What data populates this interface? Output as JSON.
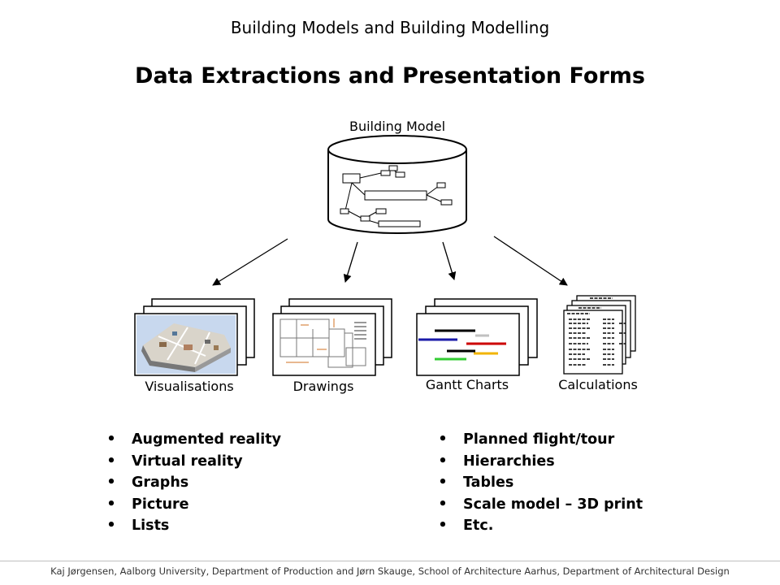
{
  "header": {
    "supertitle": "Building Models and Building Modelling",
    "title": "Data Extractions and Presentation Forms"
  },
  "diagram": {
    "source_label": "Building Model",
    "outputs": [
      {
        "label": "Visualisations"
      },
      {
        "label": "Drawings"
      },
      {
        "label": "Gantt Charts"
      },
      {
        "label": "Calculations"
      }
    ],
    "gantt_bar_colors": [
      "#000000",
      "#c0c0c0",
      "#cc0000",
      "#1a1aa8",
      "#000000",
      "#f2b400",
      "#33cc33"
    ]
  },
  "bullets_left": [
    {
      "marker": "•",
      "text": "Augmented reality"
    },
    {
      "marker": "•",
      "text": "Virtual reality"
    },
    {
      "marker": "•",
      "text": "Graphs"
    },
    {
      "marker": "•",
      "text": "Picture"
    },
    {
      "marker": "•",
      "text": "Lists"
    }
  ],
  "bullets_right": [
    {
      "marker": "•",
      "text": "Planned flight/tour"
    },
    {
      "marker": "•",
      "text": "Hierarchies"
    },
    {
      "marker": "•",
      "text": "Tables"
    },
    {
      "marker": "•",
      "text": "Scale model – 3D print"
    },
    {
      "marker": "•",
      "text": "Etc."
    }
  ],
  "footer": {
    "credit": "Kaj Jørgensen, Aalborg University, Department of Production and Jørn Skauge, School of Architecture Aarhus, Department of Architectural Design"
  }
}
